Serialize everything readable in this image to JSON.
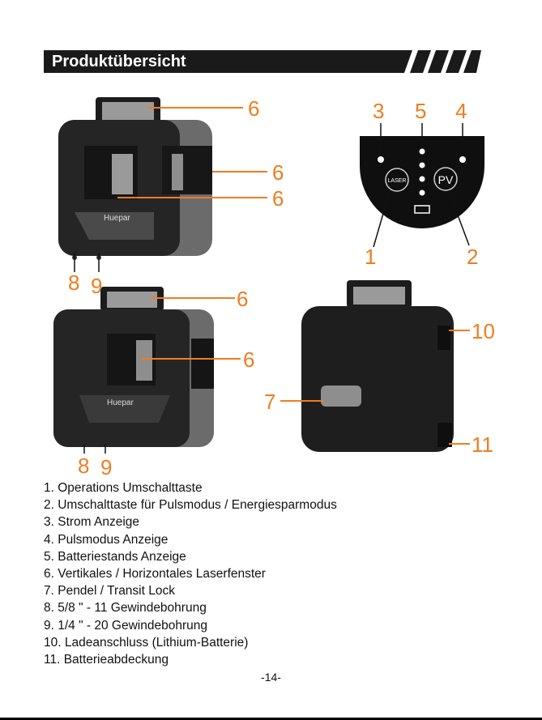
{
  "header": {
    "title": "Produktübersicht"
  },
  "callouts": {
    "top_left": [
      "6",
      "6",
      "6"
    ],
    "top_left_base": [
      "8",
      "9"
    ],
    "panel_top": [
      "3",
      "5",
      "4"
    ],
    "panel_bottom": [
      "1",
      "2"
    ],
    "panel_buttons": {
      "laser": "LASER",
      "pulse": "PV"
    },
    "brand": "Huepar",
    "middle_left": [
      "6",
      "6"
    ],
    "middle_left_base": [
      "8",
      "9"
    ],
    "right": [
      "10",
      "7",
      "11"
    ]
  },
  "legend": [
    "1. Operations Umschalttaste",
    "2. Umschalttaste für Pulsmodus / Energiesparmodus",
    "3. Strom Anzeige",
    "4. Pulsmodus Anzeige",
    "5. Batteriestands Anzeige",
    "6. Vertikales / Horizontales Laserfenster",
    "7. Pendel / Transit Lock",
    "8. 5/8 \" - 11 Gewindebohrung",
    "9. 1/4 \" - 20 Gewindebohrung",
    "10. Ladeanschluss (Lithium-Batterie)",
    "11. Batterieabdeckung"
  ],
  "footer": {
    "page": "-14-"
  },
  "colors": {
    "accent": "#ef7d22",
    "header_bg": "#1a1a1a",
    "device_dark": "#222222",
    "device_grey": "#8a8a8a"
  }
}
